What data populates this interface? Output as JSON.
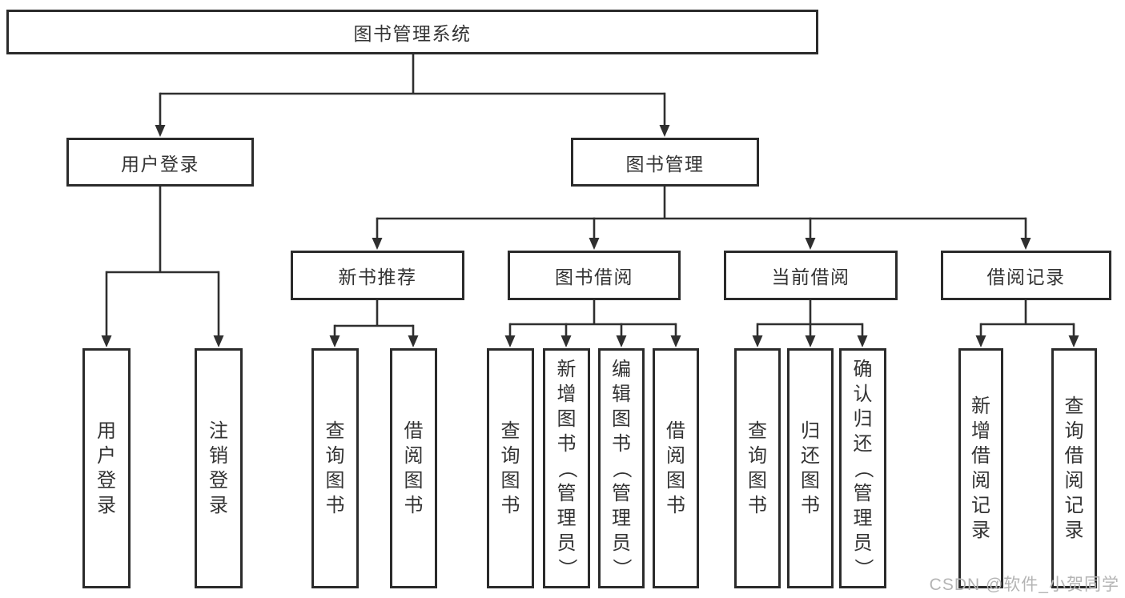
{
  "diagram": {
    "root": {
      "id": "root",
      "label": "图书管理系统"
    },
    "branches": [
      {
        "id": "user-login",
        "label": "用户登录",
        "leaves": [
          {
            "id": "leaf-user-login",
            "label": "用户登录"
          },
          {
            "id": "leaf-logout",
            "label": "注销登录"
          }
        ]
      },
      {
        "id": "book-mgmt",
        "label": "图书管理",
        "groups": [
          {
            "id": "new-book-recommend",
            "label": "新书推荐",
            "leaves": [
              {
                "id": "leaf-nb-query",
                "label": "查询图书"
              },
              {
                "id": "leaf-nb-borrow",
                "label": "借阅图书"
              }
            ]
          },
          {
            "id": "book-borrowing",
            "label": "图书借阅",
            "leaves": [
              {
                "id": "leaf-bb-query",
                "label": "查询图书"
              },
              {
                "id": "leaf-bb-add",
                "label": "新增图书（管理员）"
              },
              {
                "id": "leaf-bb-edit",
                "label": "编辑图书（管理员）"
              },
              {
                "id": "leaf-bb-borrow",
                "label": "借阅图书"
              }
            ]
          },
          {
            "id": "current-borrowing",
            "label": "当前借阅",
            "leaves": [
              {
                "id": "leaf-cb-query",
                "label": "查询图书"
              },
              {
                "id": "leaf-cb-return",
                "label": "归还图书"
              },
              {
                "id": "leaf-cb-confirm",
                "label": "确认归还（管理员）"
              }
            ]
          },
          {
            "id": "borrowing-records",
            "label": "借阅记录",
            "leaves": [
              {
                "id": "leaf-br-add",
                "label": "新增借阅记录"
              },
              {
                "id": "leaf-br-query",
                "label": "查询借阅记录"
              }
            ]
          }
        ]
      }
    ]
  },
  "watermark": {
    "text": "CSDN @软件_小贺同学"
  },
  "colors": {
    "line": "#2f2f2f",
    "box_border": "#2b2b2b",
    "text": "#333333",
    "watermark": "#b4b4b4",
    "background": "#ffffff"
  }
}
